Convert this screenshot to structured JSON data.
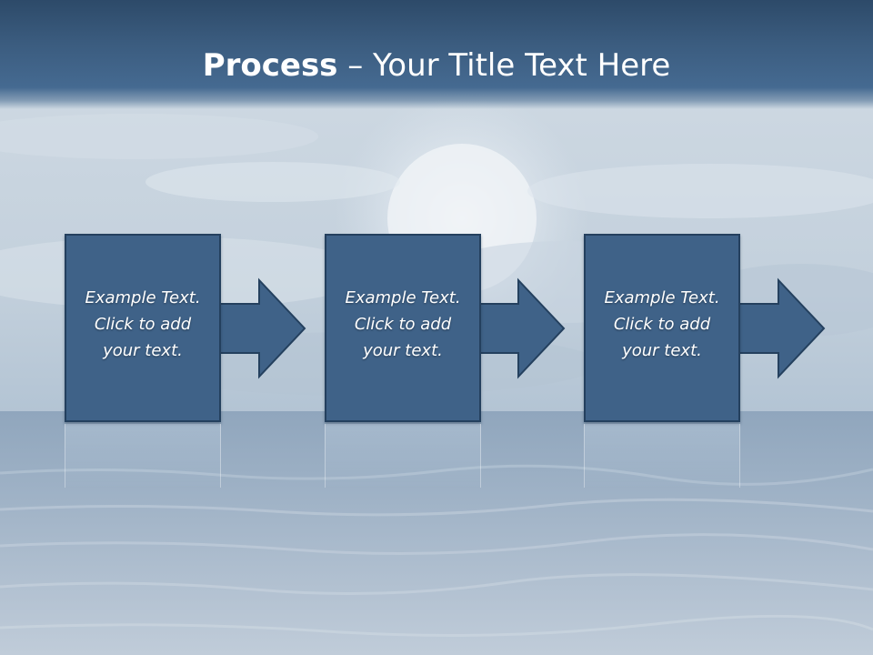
{
  "slide": {
    "title_bold": "Process",
    "title_rest": " – Your Title Text Here"
  },
  "steps": [
    {
      "line1": "Example Text.",
      "line2": "Click  to add",
      "line3": "your text."
    },
    {
      "line1": "Example Text.",
      "line2": "Click  to add",
      "line3": "your text."
    },
    {
      "line1": "Example Text.",
      "line2": "Click  to add",
      "line3": "your text."
    }
  ],
  "colors": {
    "title_bar": "#3b5c7f",
    "box_fill": "#3f6288",
    "box_border": "#24405e"
  }
}
